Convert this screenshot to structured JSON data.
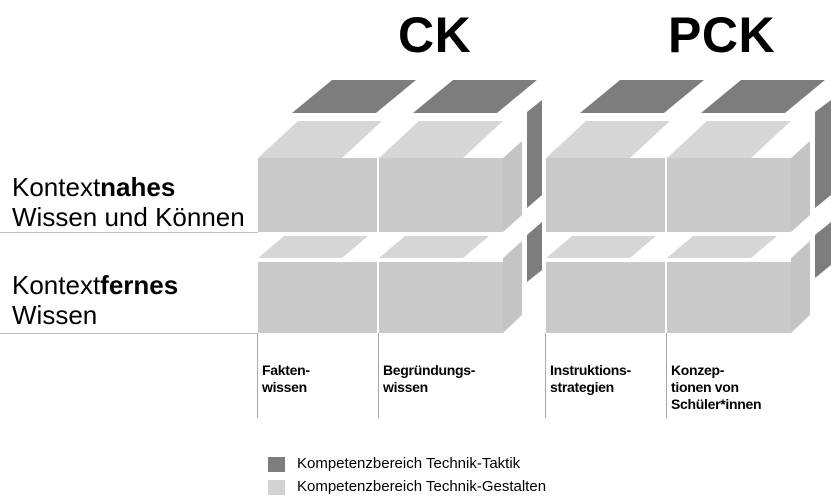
{
  "headings": {
    "ck": "CK",
    "pck": "PCK"
  },
  "rows": [
    {
      "prefix": "Kontext",
      "bold": "nahes",
      "line2": "Wissen und Können"
    },
    {
      "prefix": "Kontext",
      "bold": "fernes",
      "line2": "Wissen"
    }
  ],
  "columns": [
    {
      "line1": "Fakten-",
      "line2": "wissen",
      "line3": ""
    },
    {
      "line1": "Begründungs-",
      "line2": "wissen",
      "line3": ""
    },
    {
      "line1": "Instruktions-",
      "line2": "strategien",
      "line3": ""
    },
    {
      "line1": "Konzep-",
      "line2": "tionen von",
      "line3": "Schüler*innen"
    }
  ],
  "legend": [
    {
      "label": "Kompetenzbereich Technik-Taktik",
      "color": "#7d7d7d"
    },
    {
      "label": "Kompetenzbereich Technik-Gestalten",
      "color": "#d2d2d2"
    }
  ]
}
